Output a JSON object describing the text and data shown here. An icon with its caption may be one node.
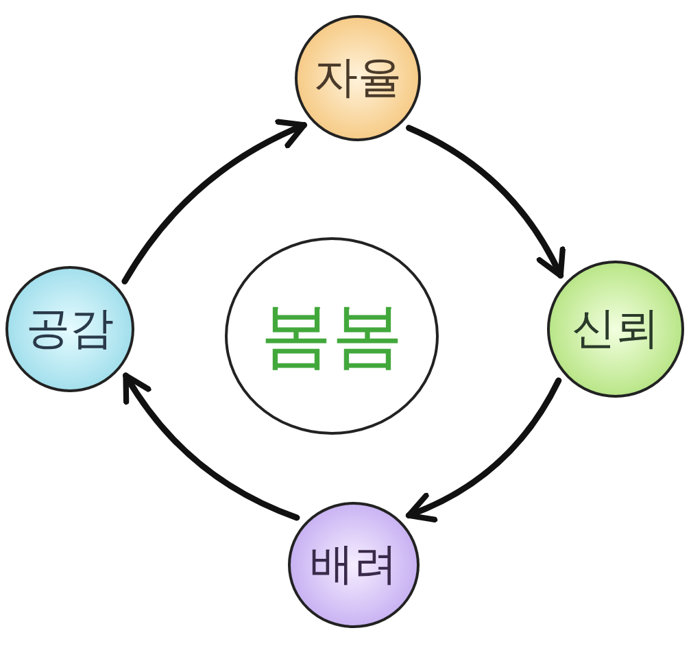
{
  "diagram": {
    "nodes": [
      {
        "text": [
          "자율"
        ]
      },
      {
        "text": [
          "공감"
        ]
      },
      {
        "text": [
          "봄봄"
        ]
      },
      {
        "text": [
          "신뢰"
        ]
      },
      {
        "text": [
          "배려"
        ]
      }
    ],
    "edges": [
      {
        "from": 1,
        "to": 0,
        "arrow": "to"
      },
      {
        "from": 0,
        "to": 3,
        "arrow": "to"
      },
      {
        "from": 3,
        "to": 4,
        "arrow": "to"
      },
      {
        "from": 4,
        "to": 1,
        "arrow": "to"
      }
    ]
  }
}
